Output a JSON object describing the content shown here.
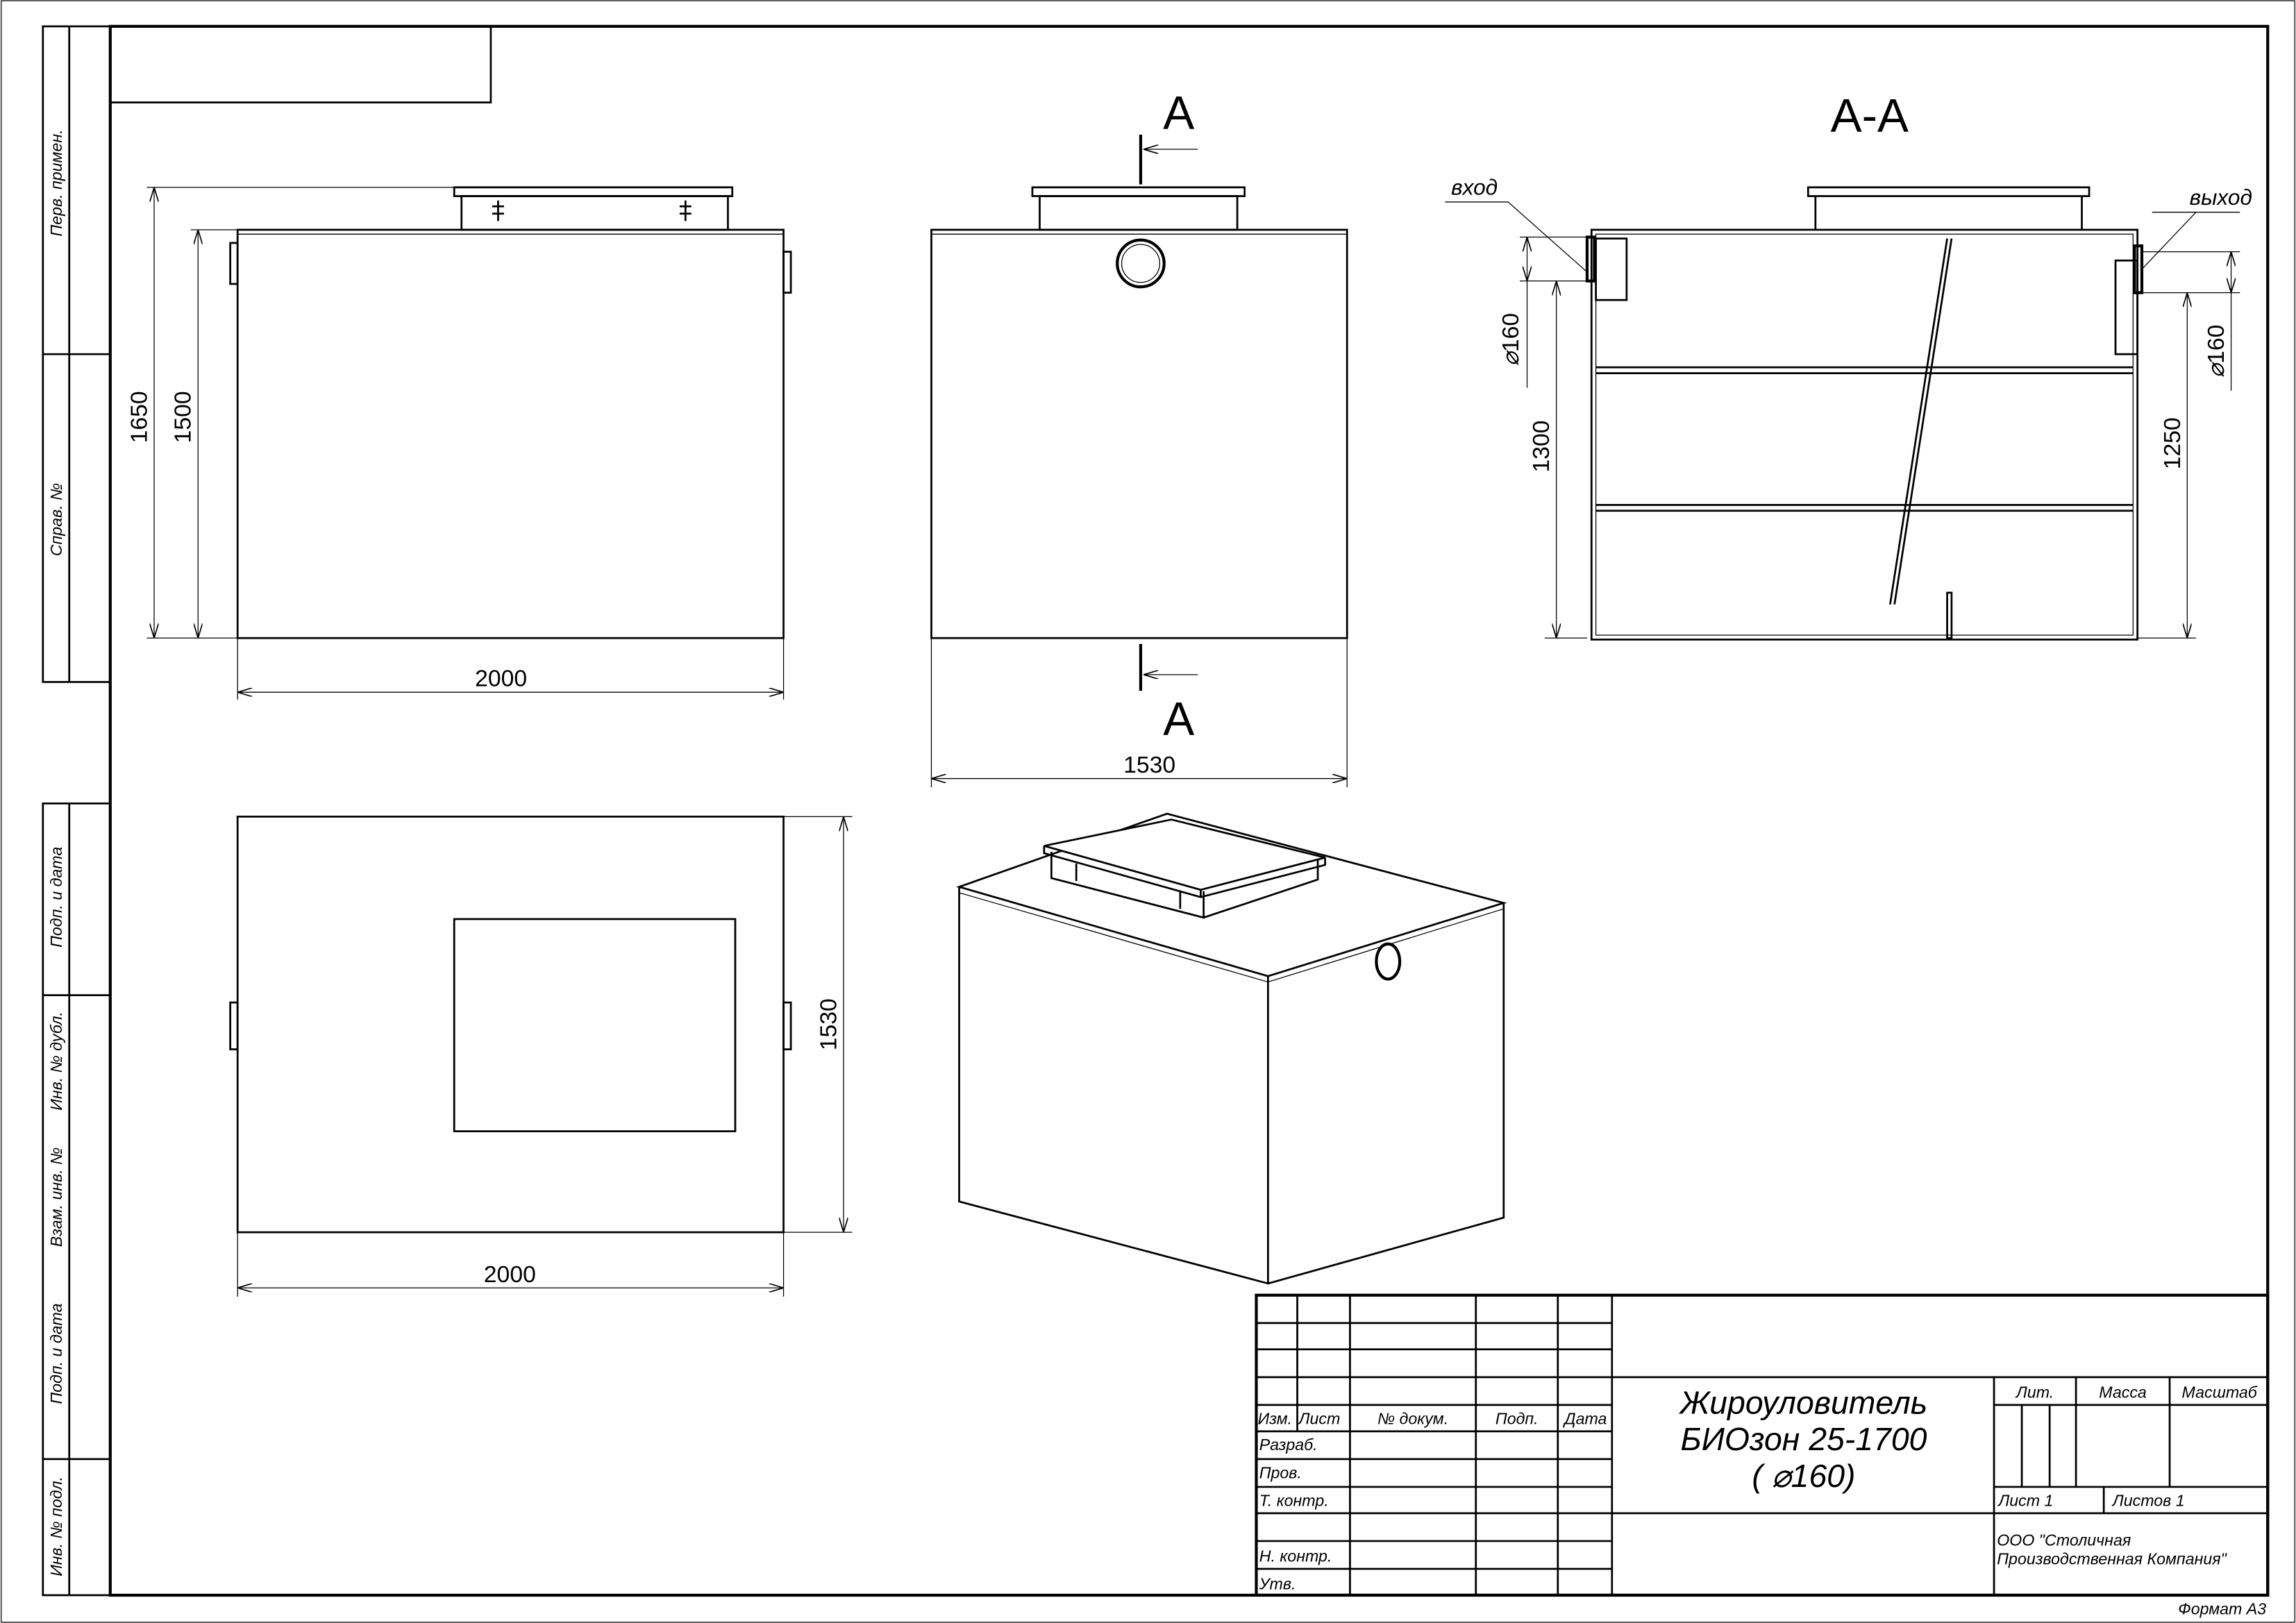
{
  "margin_labels": [
    "Перв. примен.",
    "Справ. №",
    "Подп. и дата",
    "Инв. № дубл.",
    "Взам. инв. №",
    "Подп. и дата",
    "Инв. № подл."
  ],
  "views": {
    "front": {
      "dim_height_total": "1650",
      "dim_height_body": "1500",
      "dim_width": "2000"
    },
    "side": {
      "section_mark_top": "A",
      "section_mark_bottom": "A",
      "dim_width": "1530"
    },
    "section": {
      "title": "А-А",
      "inlet_label": "вход",
      "outlet_label": "выход",
      "inlet_diameter": "160",
      "outlet_diameter": "160",
      "diameter_symbol": "⌀",
      "inlet_height": "1300",
      "outlet_height": "1250"
    },
    "top": {
      "dim_depth": "1530",
      "dim_width": "2000"
    }
  },
  "title_block": {
    "headers": [
      "Изм.",
      "Лист",
      "№ докум.",
      "Подп.",
      "Дата"
    ],
    "roles": [
      "Разраб.",
      "Пров.",
      "Т. контр.",
      "Н. контр.",
      "Утв."
    ],
    "title_line1": "Жироуловитель",
    "title_line2": "БИОзон 25-1700",
    "title_line3": "( ⌀160)",
    "lit_label": "Лит.",
    "mass_label": "Масса",
    "scale_label": "Масштаб",
    "sheet": "Лист 1",
    "sheets": "Листов 1",
    "company_line1": "ООО \"Столичная",
    "company_line2": "Производственная Компания\"",
    "format": "Формат А3"
  }
}
